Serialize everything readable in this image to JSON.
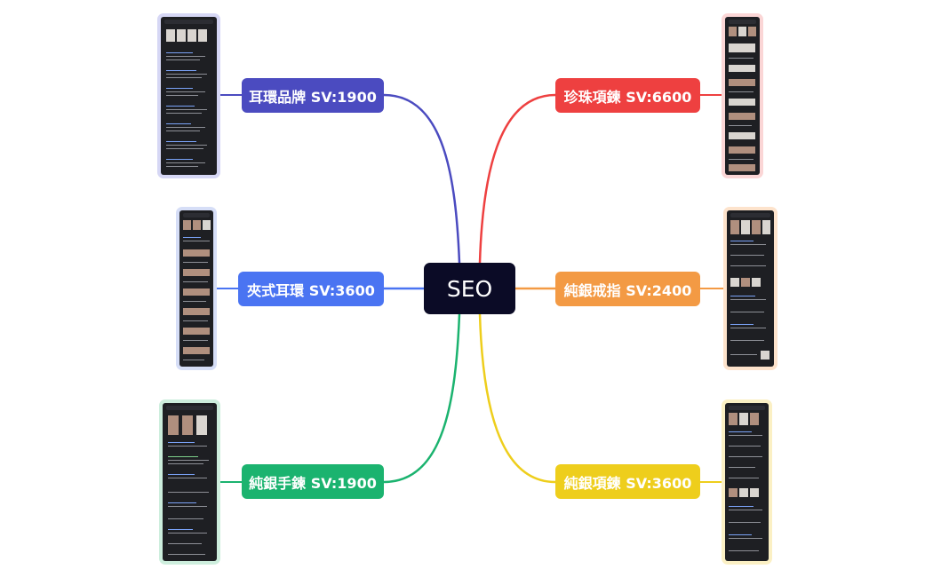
{
  "center": {
    "label": "SEO",
    "color": "#0b0b26"
  },
  "branches": [
    {
      "id": "earring-brand",
      "label": "耳環品牌 SV:1900",
      "color": "#4b4bc0",
      "frame": "#d6d7f5"
    },
    {
      "id": "clip-earring",
      "label": "夾式耳環 SV:3600",
      "color": "#4a74f2",
      "frame": "#d6def7"
    },
    {
      "id": "silver-bracelet",
      "label": "純銀手鍊 SV:1900",
      "color": "#1bb36f",
      "frame": "#cdeedd"
    },
    {
      "id": "pearl-necklace",
      "label": "珍珠項鍊 SV:6600",
      "color": "#ee4040",
      "frame": "#fbd6d6"
    },
    {
      "id": "silver-ring",
      "label": "純銀戒指 SV:2400",
      "color": "#f39a44",
      "frame": "#fde3cc"
    },
    {
      "id": "silver-necklace",
      "label": "純銀項鍊 SV:3600",
      "color": "#eece1c",
      "frame": "#fbf0c4"
    }
  ]
}
